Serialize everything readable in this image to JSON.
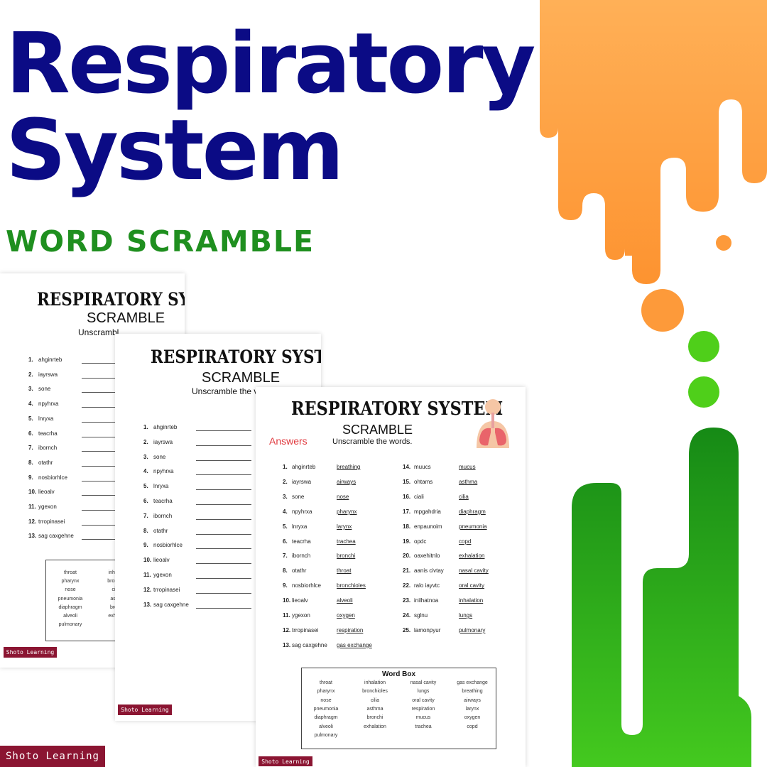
{
  "headline": {
    "line1": "Respiratory",
    "line2": "System",
    "subtitle": "WORD SCRAMBLE"
  },
  "colors": {
    "title": "#0b0b85",
    "subtitle": "#1f8f1f",
    "orange": "#fd9a3a",
    "green": "#2aaa1e",
    "brand": "#8b1532",
    "answers": "#e0393e"
  },
  "worksheet": {
    "title": "RESPIRATORY SYSTEM",
    "subtitle": "SCRAMBLE",
    "instruction": "Unscramble the words.",
    "instruction_partial": "Unscramble the v",
    "instruction_cut": "Unscrambl",
    "answers_label": "Answers",
    "brand": "Shoto Learning",
    "wordbox_title": "Word Box",
    "icon": "lungs-icon"
  },
  "items": [
    {
      "n": "1.",
      "s": "ahginrteb",
      "a": "breathing"
    },
    {
      "n": "2.",
      "s": "iayrswa",
      "a": "airways"
    },
    {
      "n": "3.",
      "s": "sone",
      "a": "nose"
    },
    {
      "n": "4.",
      "s": "npyhrxa",
      "a": "pharynx"
    },
    {
      "n": "5.",
      "s": "lnryxa",
      "a": "larynx"
    },
    {
      "n": "6.",
      "s": "teacrha",
      "a": "trachea"
    },
    {
      "n": "7.",
      "s": "ibornch",
      "a": "bronchi"
    },
    {
      "n": "8.",
      "s": "otathr",
      "a": "throat"
    },
    {
      "n": "9.",
      "s": "nosbiorhlce",
      "a": "bronchioles"
    },
    {
      "n": "10.",
      "s": "lieoalv",
      "a": "alveoli"
    },
    {
      "n": "11.",
      "s": "ygexon",
      "a": "oxygen"
    },
    {
      "n": "12.",
      "s": "trropinasei",
      "a": "respiration"
    },
    {
      "n": "13.",
      "s": "sag caxgehne",
      "a": "gas exchange"
    },
    {
      "n": "14.",
      "s": "muucs",
      "a": "mucus"
    },
    {
      "n": "15.",
      "s": "ohtams",
      "a": "asthma"
    },
    {
      "n": "16.",
      "s": "ciali",
      "a": "cilia"
    },
    {
      "n": "17.",
      "s": "mpgahdria",
      "a": "diaphragm"
    },
    {
      "n": "18.",
      "s": "enpaunoim",
      "a": "pneumonia"
    },
    {
      "n": "19.",
      "s": "opdc",
      "a": "copd"
    },
    {
      "n": "20.",
      "s": "oaxehitnlo",
      "a": "exhalation"
    },
    {
      "n": "21.",
      "s": "aanis civtay",
      "a": "nasal cavity"
    },
    {
      "n": "22.",
      "s": "ralo iayvtc",
      "a": "oral cavity"
    },
    {
      "n": "23.",
      "s": "inilhatnoa",
      "a": "inhalation"
    },
    {
      "n": "24.",
      "s": "sglnu",
      "a": "lungs"
    },
    {
      "n": "25.",
      "s": "lamonpyur",
      "a": "pulmonary"
    }
  ],
  "wordbox": [
    [
      "throat",
      "pharynx",
      "nose",
      "pneumonia",
      "diaphragm",
      "alveoli",
      "pulmonary"
    ],
    [
      "inhalation",
      "bronchioles",
      "cilia",
      "asthma",
      "bronchi",
      "exhalation"
    ],
    [
      "nasal cavity",
      "lungs",
      "oral cavity",
      "respiration",
      "mucus",
      "trachea"
    ],
    [
      "gas exchange",
      "breathing",
      "airways",
      "larynx",
      "oxygen",
      "copd"
    ]
  ],
  "wordbox_back": [
    [
      "throat",
      "pharynx",
      "nose",
      "pneumonia",
      "diaphragm",
      "alveoli",
      "pulmonary"
    ],
    [
      "inhal",
      "bronc",
      "ci",
      "ast",
      "bro",
      "exha"
    ]
  ]
}
